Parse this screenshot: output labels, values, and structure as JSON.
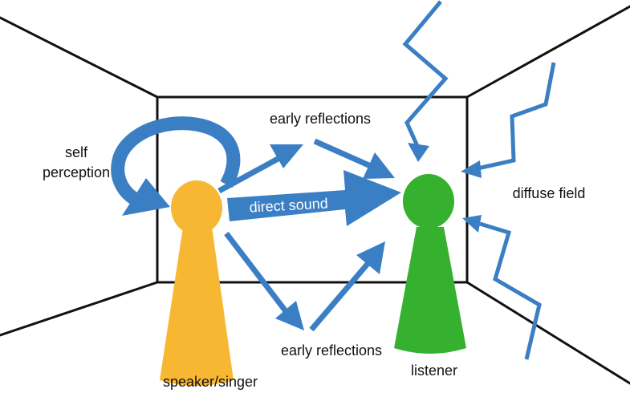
{
  "labels": {
    "self_perception_line1": "self",
    "self_perception_line2": "perception",
    "early_reflections_top": "early reflections",
    "early_reflections_bottom": "early reflections",
    "direct_sound": "direct sound",
    "diffuse_field": "diffuse field",
    "speaker": "speaker/singer",
    "listener": "listener"
  },
  "colors": {
    "arrow_blue": "#3a7fc4",
    "speaker_yellow": "#f7b733",
    "listener_green": "#36b02f",
    "wall_black": "#111111"
  }
}
